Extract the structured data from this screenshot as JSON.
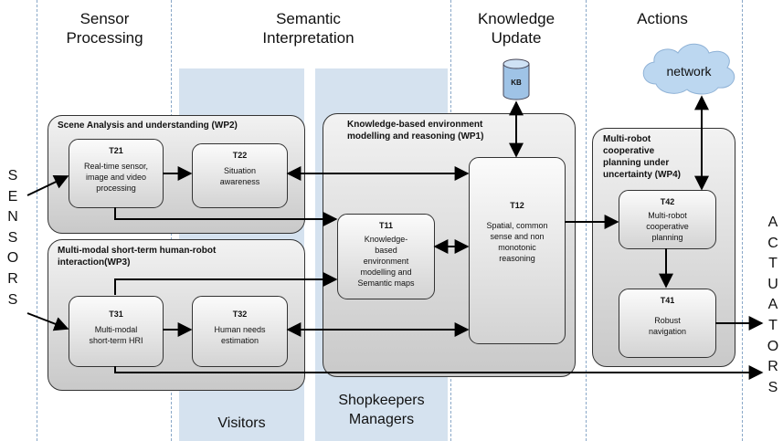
{
  "stages": {
    "sensor": "Sensor\nProcessing",
    "semantic": "Semantic\nInterpretation",
    "knowledge": "Knowledge\nUpdate",
    "actions": "Actions"
  },
  "groups": {
    "wp2": "Scene Analysis and understanding (WP2)",
    "wp3": "Multi-modal short-term human-robot\ninteraction(WP3)",
    "wp1": "Knowledge-based environment\nmodelling  and reasoning (WP1)",
    "wp4": "Multi-robot\ncooperative\nplanning under\nuncertainty (WP4)"
  },
  "tasks": {
    "t21": {
      "id": "T21",
      "text": "Real-time sensor,\nimage and video\nprocessing"
    },
    "t22": {
      "id": "T22",
      "text": "Situation\nawareness"
    },
    "t31": {
      "id": "T31",
      "text": "Multi-modal\nshort-term HRI"
    },
    "t32": {
      "id": "T32",
      "text": "Human needs\nestimation"
    },
    "t11": {
      "id": "T11",
      "text": "Knowledge-\nbased\nenvironment\nmodelling and\nSemantic maps"
    },
    "t12": {
      "id": "T12",
      "text": "Spatial, common\nsense and non\nmonotonic\nreasoning"
    },
    "t42": {
      "id": "T42",
      "text": "Multi-robot\ncooperative\nplanning"
    },
    "t41": {
      "id": "T41",
      "text": "Robust\nnavigation"
    }
  },
  "kb": "KB",
  "network": "network",
  "sensors_letters": [
    "S",
    "E",
    "N",
    "S",
    "O",
    "R",
    "S"
  ],
  "actuators_letters": [
    "A",
    "C",
    "T",
    "U",
    "A",
    "T",
    "O",
    "R",
    "S"
  ],
  "bands": {
    "visitors": "Visitors",
    "shopkeepers": "Shopkeepers\nManagers"
  },
  "colors": {
    "band": "#d5e2ef",
    "divider": "#8aa8c8",
    "cylinder": "#9fc3e6",
    "cloud": "#bcd7f0"
  }
}
